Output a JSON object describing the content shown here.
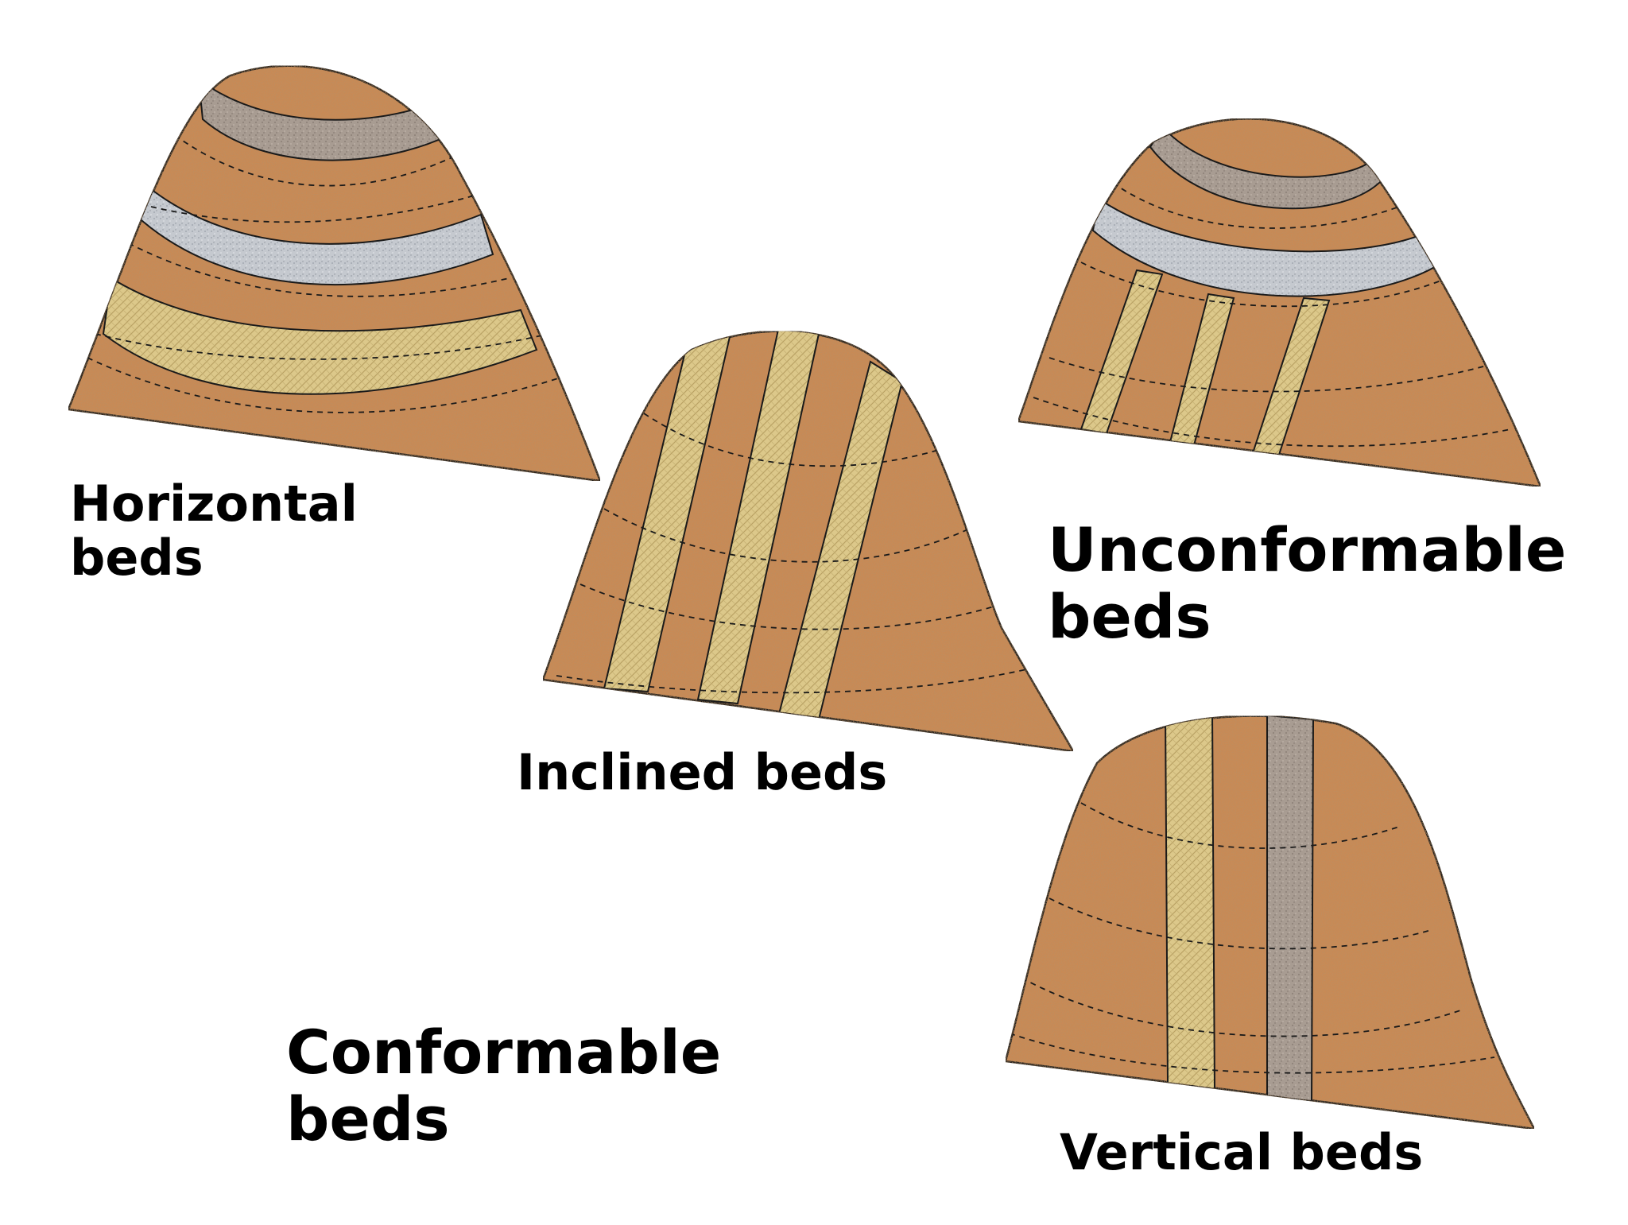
{
  "labels": {
    "horizontal": [
      "Horizontal",
      "beds"
    ],
    "inclined": "Inclined beds",
    "unconformable": [
      "Unconformable",
      "beds"
    ],
    "conformable": [
      "Conformable",
      "beds"
    ],
    "vertical": "Vertical beds"
  },
  "colors": {
    "ground": "#c98a55",
    "sand_band": "#d9c382",
    "gray_band": "#a59b93",
    "light_gray_band": "#c3c7cc",
    "outline": "#1a1a1a"
  }
}
